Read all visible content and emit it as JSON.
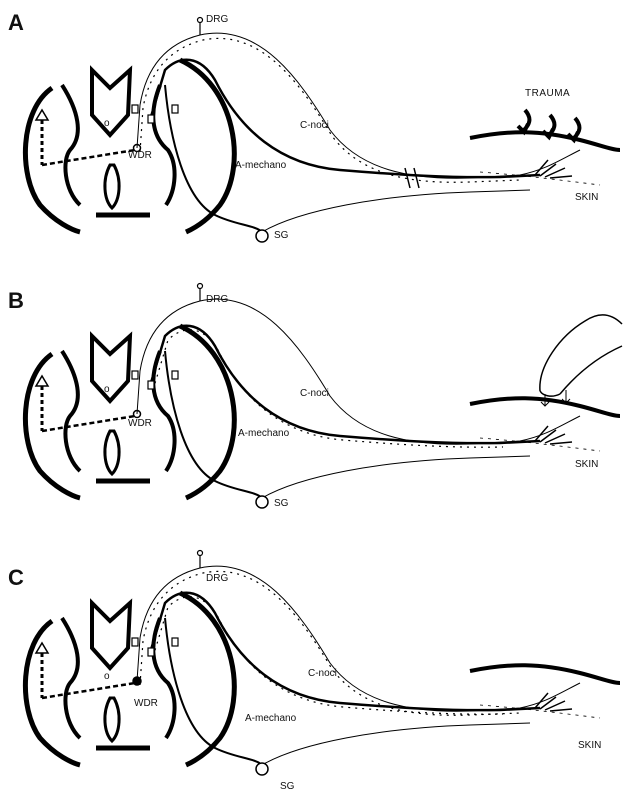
{
  "panels": [
    {
      "letter": "A",
      "labels": {
        "drg": "DRG",
        "wdr": "WDR",
        "c_noci": "C-noci",
        "a_mechano": "A-mechano",
        "sg": "SG",
        "skin": "SKIN",
        "trauma": "TRAUMA",
        "o": "o"
      }
    },
    {
      "letter": "B",
      "labels": {
        "drg": "DRG",
        "wdr": "WDR",
        "c_noci": "C-noci",
        "a_mechano": "A-mechano",
        "sg": "SG",
        "skin": "SKIN",
        "o": "o"
      }
    },
    {
      "letter": "C",
      "labels": {
        "drg": "DRG",
        "wdr": "WDR",
        "c_noci": "C-noci",
        "a_mechano": "A-mechano",
        "sg": "SG",
        "skin": "SKIN",
        "o": "o"
      }
    }
  ]
}
